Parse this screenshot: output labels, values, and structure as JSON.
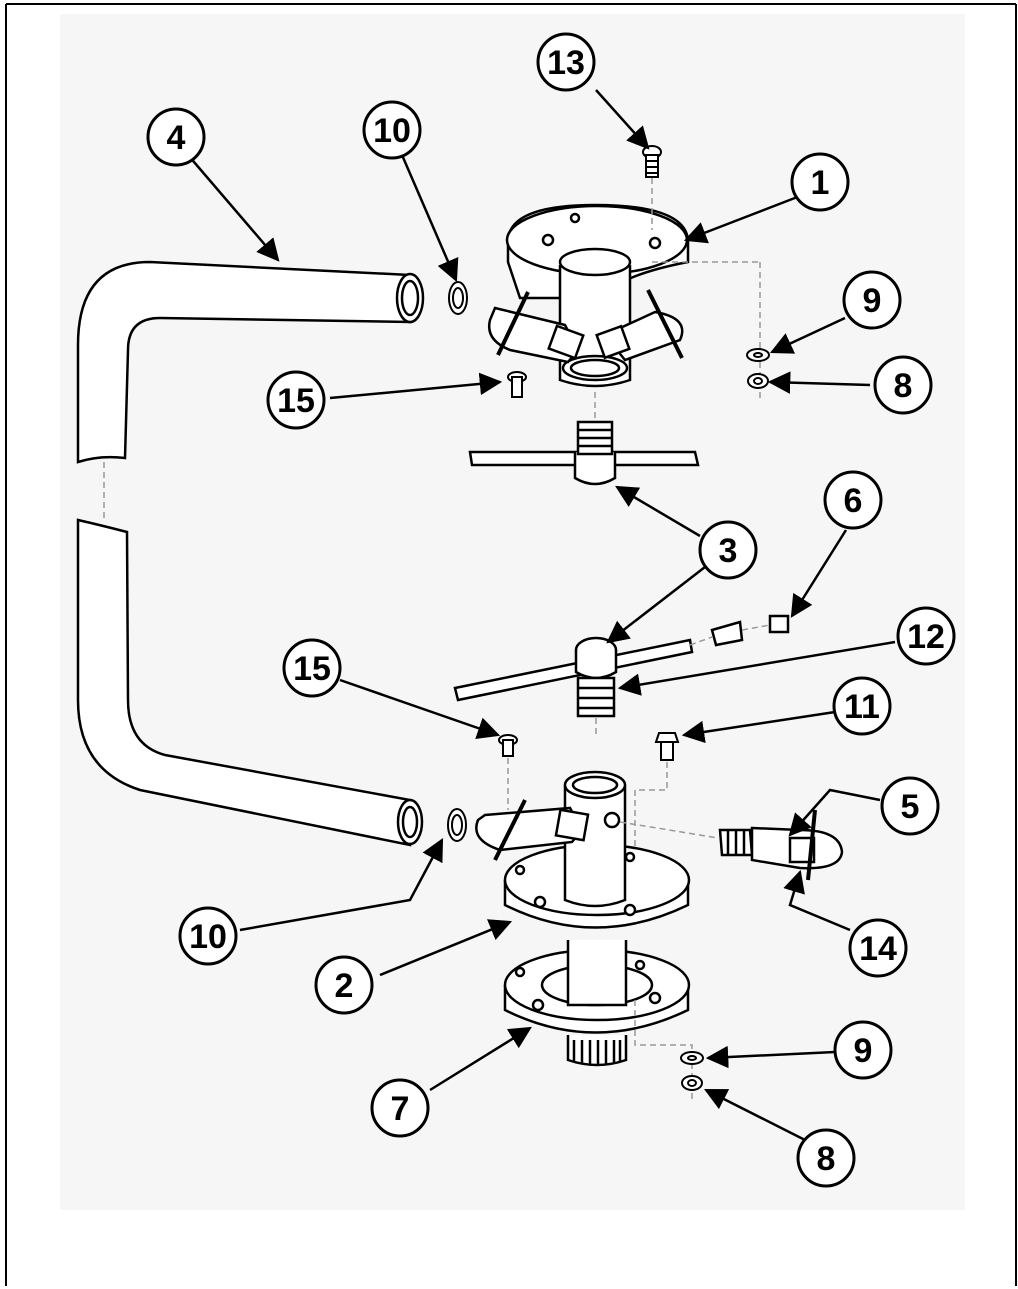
{
  "diagram": {
    "colors": {
      "line": "#000000",
      "part_fill": "#ffffff",
      "background": "#f5f5f5",
      "border": "#000000"
    },
    "callouts": {
      "c1": "1",
      "c2": "2",
      "c3": "3",
      "c4": "4",
      "c5": "5",
      "c6": "6",
      "c7": "7",
      "c8a": "8",
      "c8b": "8",
      "c9a": "9",
      "c9b": "9",
      "c10a": "10",
      "c10b": "10",
      "c11": "11",
      "c12": "12",
      "c13": "13",
      "c14": "14",
      "c15a": "15",
      "c15b": "15"
    }
  }
}
